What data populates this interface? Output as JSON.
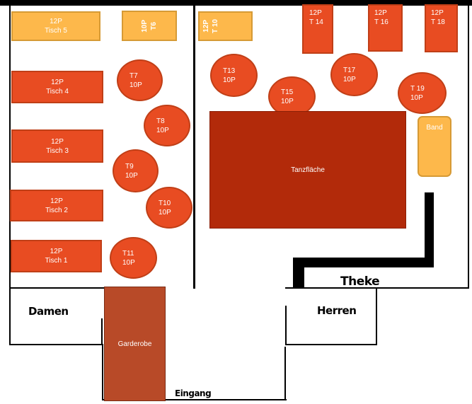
{
  "tables": {
    "tisch5": {
      "cap": "12P",
      "name": "Tisch 5"
    },
    "t6": {
      "cap": "10P",
      "name": "T6"
    },
    "t10a": {
      "cap": "12P",
      "name": "T 10"
    },
    "t14": {
      "cap": "12P",
      "name": "T 14"
    },
    "t16": {
      "cap": "12P",
      "name": "T 16"
    },
    "t18": {
      "cap": "12P",
      "name": "T 18"
    },
    "tisch4": {
      "cap": "12P",
      "name": "Tisch 4"
    },
    "tisch3": {
      "cap": "12P",
      "name": "Tisch 3"
    },
    "tisch2": {
      "cap": "12P",
      "name": "Tisch 2"
    },
    "tisch1": {
      "cap": "12P",
      "name": "Tisch 1"
    },
    "t7": {
      "name": "T7",
      "cap": "10P"
    },
    "t8": {
      "name": "T8",
      "cap": "10P"
    },
    "t9": {
      "name": "T9",
      "cap": "10P"
    },
    "t10b": {
      "name": "T10",
      "cap": "10P"
    },
    "t11": {
      "name": "T11",
      "cap": "10P"
    },
    "t13": {
      "name": "T13",
      "cap": "10P"
    },
    "t15": {
      "name": "T15",
      "cap": "10P"
    },
    "t17": {
      "name": "T17",
      "cap": "10P"
    },
    "t19": {
      "name": "T 19",
      "cap": "10P"
    }
  },
  "areas": {
    "dancefloor": "Tanzfläche",
    "band": "Band",
    "cloakroom": "Garderobe",
    "ladies": "Damen",
    "gents": "Herren",
    "bar": "Theke",
    "entrance": "Eingang"
  }
}
